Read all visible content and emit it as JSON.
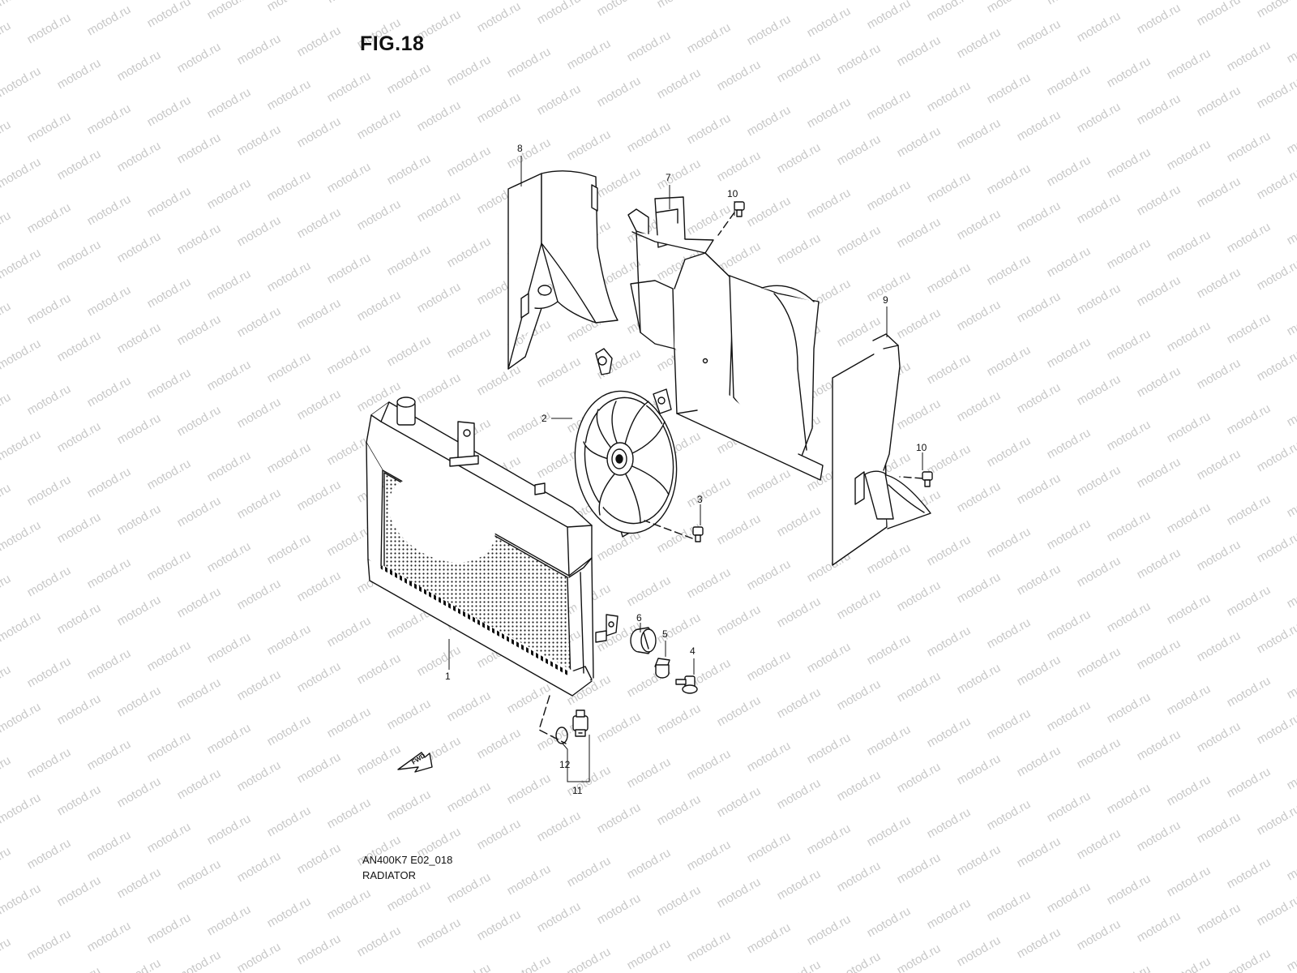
{
  "figure_title": "FIG.18",
  "model_code": "AN400K7 E02_018",
  "assembly_name": "RADIATOR",
  "watermark_text": "motod.ru",
  "fwd_label": "FWD",
  "colors": {
    "line": "#111111",
    "watermark": "#c8c8c8",
    "background": "#ffffff"
  },
  "callouts": [
    {
      "id": "callout-1",
      "label": "1"
    },
    {
      "id": "callout-2",
      "label": "2"
    },
    {
      "id": "callout-3",
      "label": "3"
    },
    {
      "id": "callout-4",
      "label": "4"
    },
    {
      "id": "callout-5",
      "label": "5"
    },
    {
      "id": "callout-6",
      "label": "6"
    },
    {
      "id": "callout-7",
      "label": "7"
    },
    {
      "id": "callout-8",
      "label": "8"
    },
    {
      "id": "callout-9",
      "label": "9"
    },
    {
      "id": "callout-10a",
      "label": "10"
    },
    {
      "id": "callout-10b",
      "label": "10"
    },
    {
      "id": "callout-11",
      "label": "11"
    },
    {
      "id": "callout-12",
      "label": "12"
    }
  ]
}
